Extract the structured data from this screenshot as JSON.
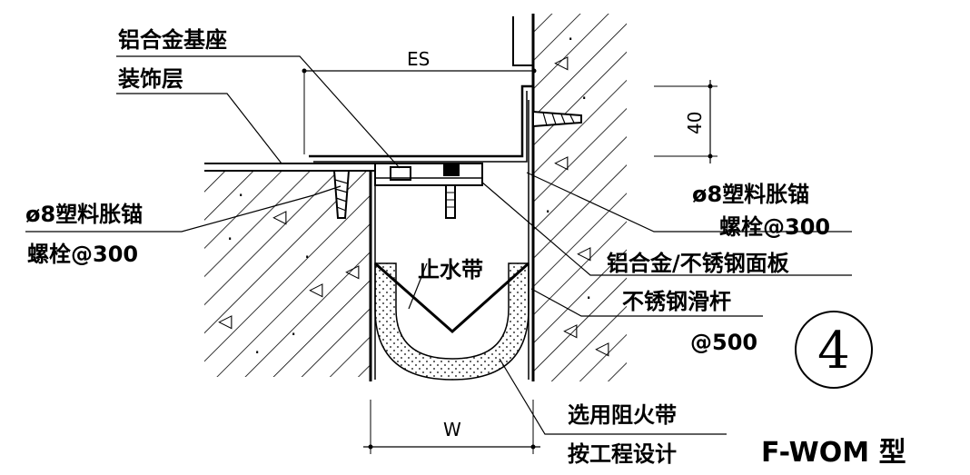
{
  "labels": {
    "aluminum_base": "铝合金基座",
    "decor_layer": "装饰层",
    "anchor_left_1": "ø8塑料胀锚",
    "anchor_left_2": "螺栓@300",
    "anchor_right_1": "ø8塑料胀锚",
    "anchor_right_2": "螺栓@300",
    "waterstop": "止水带",
    "cover_plate": "铝合金/不锈钢面板",
    "slide_bar_1": "不锈钢滑杆",
    "slide_bar_2": "@500",
    "fire_belt_1": "选用阻火带",
    "fire_belt_2": "按工程设计",
    "dim_es": "ES",
    "dim_40": "40",
    "dim_w": "W",
    "detail_number": "4",
    "model": "F-WOM 型"
  },
  "colors": {
    "line": "#000000",
    "background": "#ffffff"
  }
}
